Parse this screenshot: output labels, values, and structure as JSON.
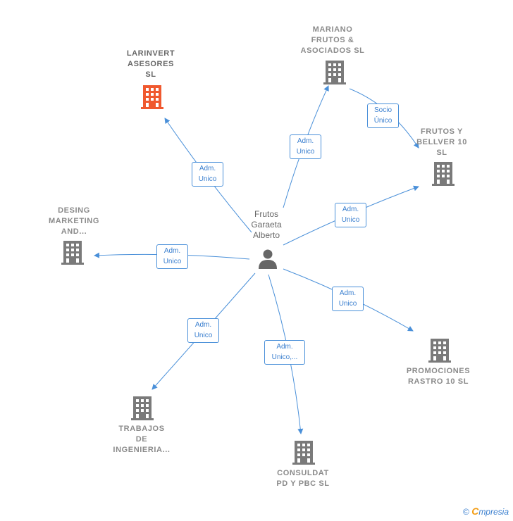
{
  "colors": {
    "edge": "#4a90d9",
    "building": "#7a7a7a",
    "building_highlight": "#f0592f",
    "person": "#666666"
  },
  "person": {
    "label": "Frutos\nGaraeta\nAlberto",
    "icon": "person-icon"
  },
  "companies": [
    {
      "id": "larinvert",
      "label": "LARINVERT\nASESORES\nSL",
      "highlight": true,
      "icon": "building-icon"
    },
    {
      "id": "mariano",
      "label": "MARIANO\nFRUTOS &\nASOCIADOS SL",
      "highlight": false,
      "icon": "building-icon"
    },
    {
      "id": "frutos-bellver",
      "label": "FRUTOS Y\nBELLVER 10\nSL",
      "highlight": false,
      "icon": "building-icon"
    },
    {
      "id": "desing",
      "label": "DESING\nMARKETING\nAND...",
      "highlight": false,
      "icon": "building-icon"
    },
    {
      "id": "promociones",
      "label": "PROMOCIONES\nRASTRO 10 SL",
      "highlight": false,
      "icon": "building-icon"
    },
    {
      "id": "trabajos",
      "label": "TRABAJOS\nDE\nINGENIERIA...",
      "highlight": false,
      "icon": "building-icon"
    },
    {
      "id": "consuldat",
      "label": "CONSULDAT\nPD Y PBC SL",
      "highlight": false,
      "icon": "building-icon"
    }
  ],
  "relations": [
    {
      "from": "person",
      "to": "larinvert",
      "label": "Adm.\nUnico"
    },
    {
      "from": "person",
      "to": "mariano",
      "label": "Adm.\nUnico"
    },
    {
      "from": "mariano",
      "to": "frutos-bellver",
      "label": "Socio\nÚnico"
    },
    {
      "from": "person",
      "to": "frutos-bellver",
      "label": "Adm.\nUnico"
    },
    {
      "from": "person",
      "to": "desing",
      "label": "Adm.\nUnico"
    },
    {
      "from": "person",
      "to": "promociones",
      "label": "Adm.\nUnico"
    },
    {
      "from": "person",
      "to": "trabajos",
      "label": "Adm.\nUnico"
    },
    {
      "from": "person",
      "to": "consuldat",
      "label": "Adm.\nUnico,..."
    }
  ],
  "footer": {
    "copyright": "©",
    "brand_initial": "C",
    "brand_rest": "mpresia"
  }
}
